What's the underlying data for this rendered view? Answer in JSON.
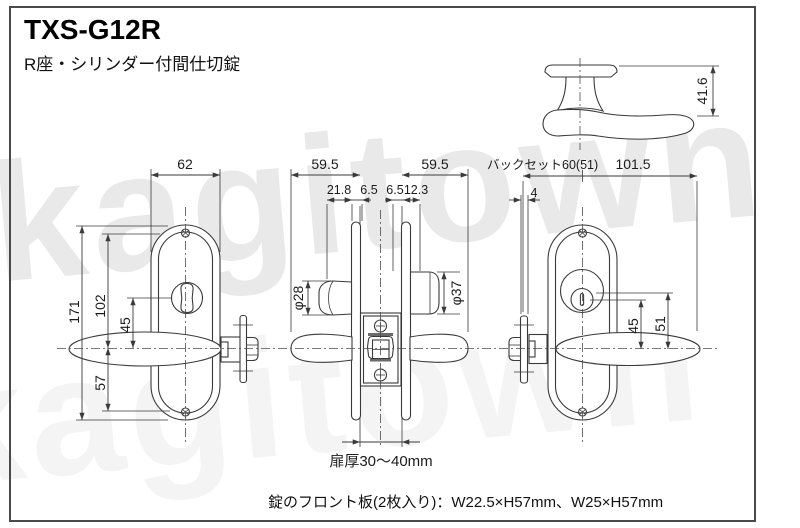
{
  "page": {
    "title": "TXS-G12R",
    "subtitle": "R座・シリンダー付間仕切錠",
    "watermark": "kagitown",
    "footnote": "錠のフロント板(2枚入り)：W22.5×H57mm、W25×H57mm"
  },
  "colors": {
    "line": "#3a3a3a",
    "watermark": "#e9e9e9",
    "frame": "#4a4a4a"
  },
  "dims": {
    "handle_height": "41.6",
    "plate_width": "62",
    "interior_projection": "59.5",
    "exterior_projection": "59.5",
    "thumbturn_projection": "21.8",
    "plate_thickness_interior": "6.5",
    "plate_thickness_exterior": "6.5",
    "cylinder_projection": "12.3",
    "thumbturn_diameter": "φ28",
    "cylinder_diameter": "φ37",
    "plate_height": "171",
    "plate_top_to_center": "102",
    "thumbturn_to_center": "45",
    "center_to_plate_bottom": "57",
    "backset": "バックセット60(51)",
    "overall_projection_width": "101.5",
    "front_plate_thickness": "4",
    "cylinder_to_center": "45",
    "cylinder_top_to_center": "51",
    "door_thickness": "扉厚30〜40mm"
  }
}
